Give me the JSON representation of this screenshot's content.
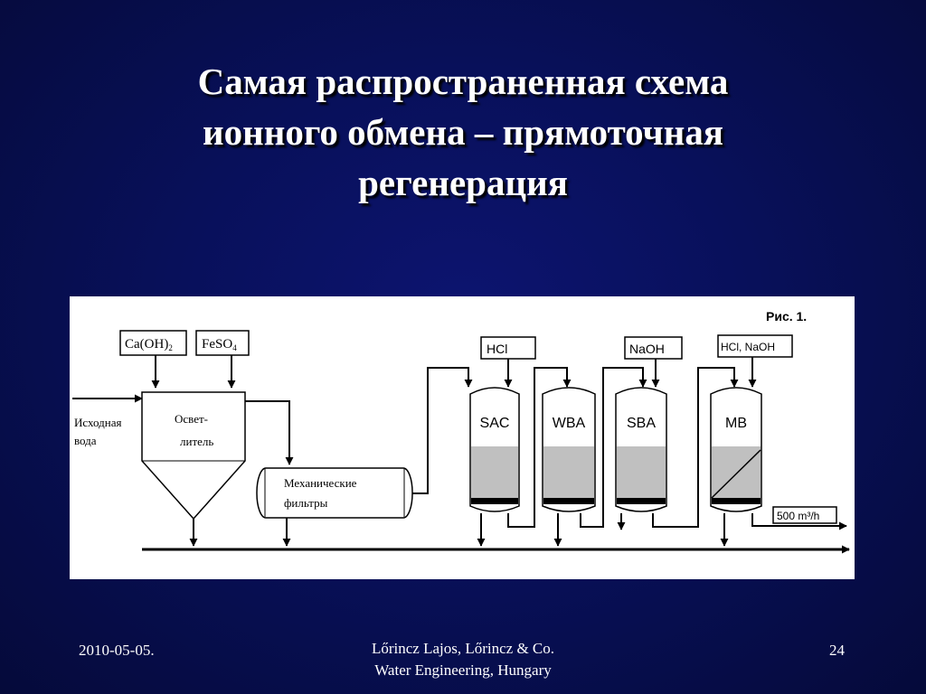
{
  "slide": {
    "title_lines": [
      "Самая распространенная схема",
      "ионного обмена – прямоточная",
      "регенерация"
    ]
  },
  "diagram": {
    "figure_label": "Рис. 1.",
    "inlet_label": [
      "Исходная",
      "вода"
    ],
    "reagents": {
      "lime": "Ca(OH)",
      "lime_sub": "2",
      "ferrous": "FeSO",
      "ferrous_sub": "4"
    },
    "clarifier_label": [
      "Освет-",
      "литель"
    ],
    "filter_label": [
      "Механические",
      "фильтры"
    ],
    "columns": [
      {
        "id": "sac",
        "label": "SAC",
        "chemical": "HCl"
      },
      {
        "id": "wba",
        "label": "WBA",
        "chemical": ""
      },
      {
        "id": "sba",
        "label": "SBA",
        "chemical": "NaOH"
      },
      {
        "id": "mb",
        "label": "MB",
        "chemical": "HCl, NaOH"
      }
    ],
    "output_label": "500 m³/h",
    "colors": {
      "resin": "#c0c0c0",
      "line": "#000000"
    }
  },
  "footer": {
    "date": "2010-05-05.",
    "credit_line1": "Lőrincz Lajos, Lőrincz & Co.",
    "credit_line2": "Water Engineering, Hungary",
    "page": "24"
  }
}
